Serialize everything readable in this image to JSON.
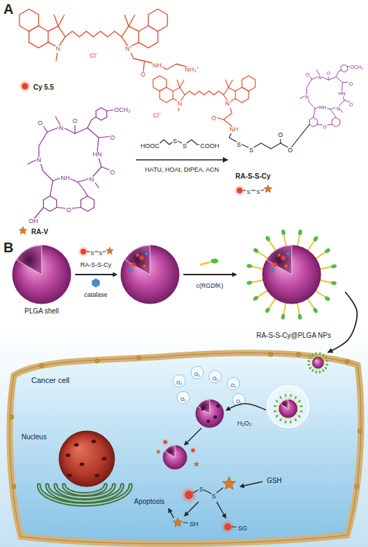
{
  "diagram": {
    "nodes": [
      {
        "text": [
          "Cy 5.5"
        ]
      },
      {
        "text": [
          "RA-V"
        ]
      },
      {
        "text": [
          "RA-S-S-Cy"
        ]
      },
      {
        "text": [
          "PLGA shell"
        ]
      },
      {
        "text": [
          "RA-S-S-Cy@PLGA NPs"
        ]
      },
      {
        "text": [
          "Cancer cell"
        ]
      },
      {
        "text": [
          "Nucleus"
        ],
        "in": 5
      }
    ],
    "edges": [
      {
        "from": 1,
        "to": 2,
        "label": "HATU, HOAt, DIPEA, ACN",
        "arrow": "to"
      },
      {
        "from": 4,
        "to": 5,
        "arrow": "to"
      }
    ],
    "labels": [
      "A",
      "N",
      "N⁺",
      "Cl⁻",
      "O",
      "NH",
      "NH₃⁺",
      "HOOC",
      "S",
      "S",
      "COOH",
      "N",
      "N⁺",
      "Cl⁻",
      "O",
      "NH",
      "S",
      "S",
      "O",
      "O",
      "O",
      "N",
      "O",
      "HN",
      "O",
      "O",
      "N",
      "NH",
      "N",
      "OCH₃",
      "O",
      "O",
      "N",
      "O",
      "HN",
      "O",
      "O",
      "N",
      "NH",
      "N",
      "OCH₃",
      "O",
      "OH",
      "S",
      "S",
      "B",
      "S",
      "S",
      "RA-S-S-Cy",
      "catalase",
      "c(RGDfK)",
      "O₂",
      "O₂",
      "O₂",
      "O₂",
      "O₂",
      "O₂",
      "H₂O₂",
      "GSH",
      "S",
      "S",
      "Apoptosis",
      "SH",
      "SG"
    ]
  }
}
